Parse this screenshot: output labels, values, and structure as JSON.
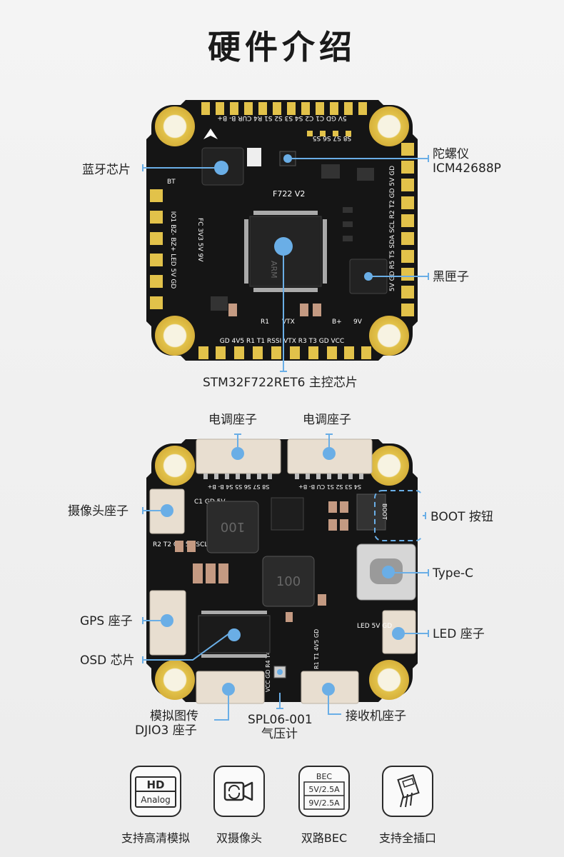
{
  "title": "硬件介绍",
  "top_board": {
    "chip_text": "F722    V2",
    "top_pads": "5V GD C1 C2 S4 S3 S2 S1 R4 CUR B- B+",
    "top_pads_2": "S8 S7 S6 S5",
    "right_pads": "5V GD R5 T5 SDA SCL R2 T2 GD 5V GD",
    "left_pads": "IO1 BZ- BZ+ LED 5V GD",
    "bottom_pads": "GD 4V5 R1 T1 RSSI VTX R3 T3 GD VCC",
    "bt_text": "BT",
    "fc_text": "FC 3V3 5V 9V",
    "r1_text": "R1",
    "vtx_text": "VTX",
    "bplus_text": "B+",
    "nine_v_text": "9V",
    "arm_text": "ARM",
    "labels": {
      "bluetooth": "蓝牙芯片",
      "gyro_line1": "陀螺仪",
      "gyro_line2": "ICM42688P",
      "blackbox": "黑匣子",
      "mcu": "STM32F722RET6 主控芯片"
    }
  },
  "bottom_board": {
    "esc_left_pins": "S8 S7 S6 S5 S4 B- B+",
    "esc_right_pins": "S4 S3 S2 S1 CU B- B+",
    "cam_pins": "C1 GD 5V",
    "gps_pins": "R2 T2 GD 5V SCL SDA",
    "led_pins": "LED 5V GD",
    "vtx_pins": "VCC GD R4 T4",
    "rx_pins": "R1 T1 4V5 GD",
    "boot_text": "BOOT",
    "inductor_text": "100",
    "labels": {
      "esc1": "电调座子",
      "esc2": "电调座子",
      "camera": "摄像头座子",
      "boot": "BOOT 按钮",
      "typec": "Type-C",
      "gps": "GPS 座子",
      "led": "LED 座子",
      "osd": "OSD 芯片",
      "analog_line1": "模拟图传",
      "analog_line2": "DJIO3 座子",
      "baro_line1": "SPL06-001",
      "baro_line2": "气压计",
      "receiver": "接收机座子"
    }
  },
  "features": [
    {
      "label": "支持高清模拟",
      "icon": "hd-analog-icon",
      "icon_text_1": "HD",
      "icon_text_2": "Analog"
    },
    {
      "label": "双摄像头",
      "icon": "camera-switch-icon"
    },
    {
      "label": "双路BEC",
      "icon": "bec-icon",
      "icon_text_1": "BEC",
      "icon_text_2": "5V/2.5A",
      "icon_text_3": "9V/2.5A"
    },
    {
      "label": "支持全插口",
      "icon": "connector-plug-icon"
    }
  ],
  "colors": {
    "pcb": "#151515",
    "gold": "#e2c24a",
    "marker": "#6aaee6",
    "connector": "#e8ded0"
  }
}
